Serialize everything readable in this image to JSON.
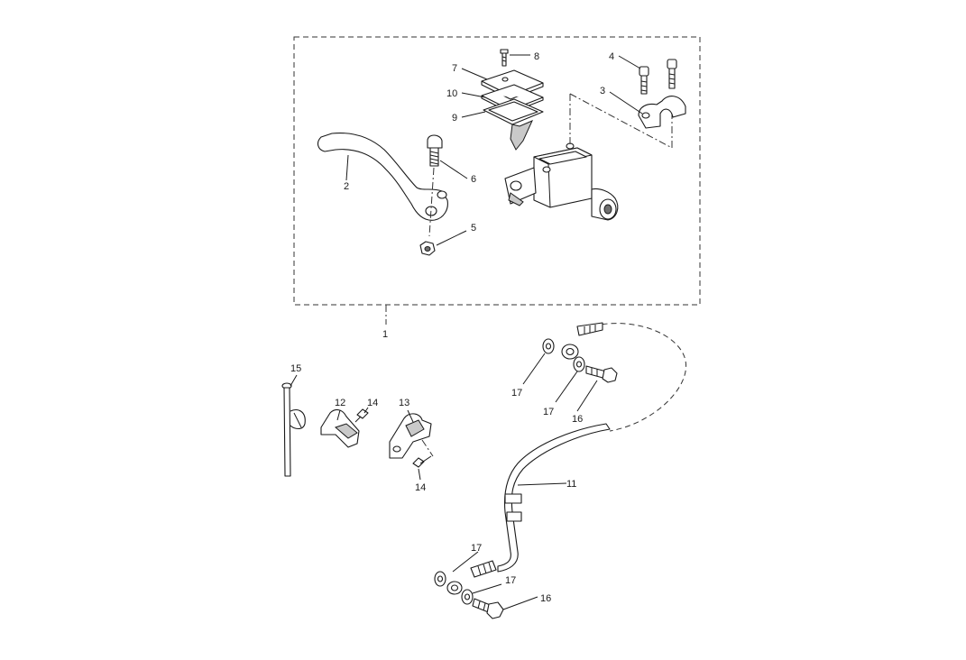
{
  "diagram": {
    "callouts": {
      "c1": "1",
      "c2": "2",
      "c3": "3",
      "c4": "4",
      "c5": "5",
      "c6": "6",
      "c7": "7",
      "c8": "8",
      "c9": "9",
      "c10": "10",
      "c11": "11",
      "c12": "12",
      "c13": "13",
      "c14a": "14",
      "c14b": "14",
      "c15": "15",
      "c16a": "16",
      "c16b": "16",
      "c17a": "17",
      "c17b": "17",
      "c17c": "17",
      "c17d": "17"
    }
  }
}
